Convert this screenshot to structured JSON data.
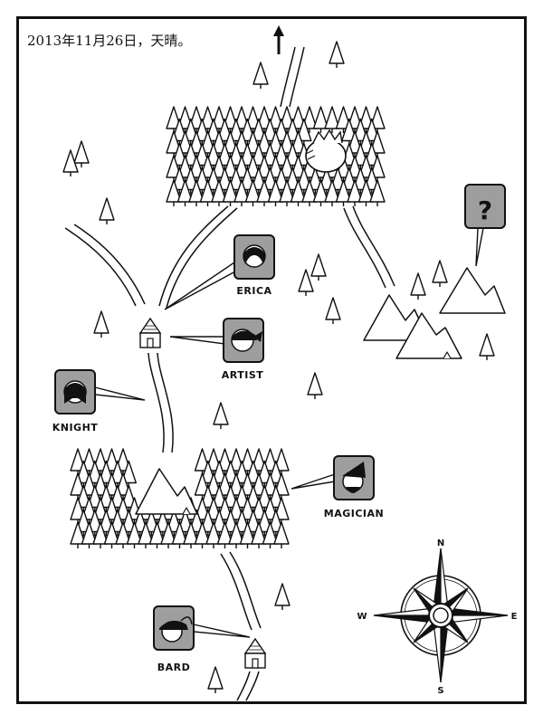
{
  "date_text": "2013年11月26日，天晴。",
  "characters": [
    {
      "id": "erica",
      "label": "ERICA"
    },
    {
      "id": "artist",
      "label": "ARTIST"
    },
    {
      "id": "knight",
      "label": "KNIGHT"
    },
    {
      "id": "magician",
      "label": "MAGICIAN"
    },
    {
      "id": "bard",
      "label": "BARD"
    }
  ],
  "mystery_mark": "?",
  "compass": {
    "n": "N",
    "s": "S",
    "e": "E",
    "w": "W"
  },
  "colors": {
    "ink": "#111111",
    "badge_fill": "#9e9e9e",
    "paper": "#ffffff"
  },
  "icons": [
    "north-arrow-icon",
    "house-icon",
    "tree-icon",
    "mountain-icon",
    "compass-rose-icon",
    "moneybag-icon"
  ]
}
